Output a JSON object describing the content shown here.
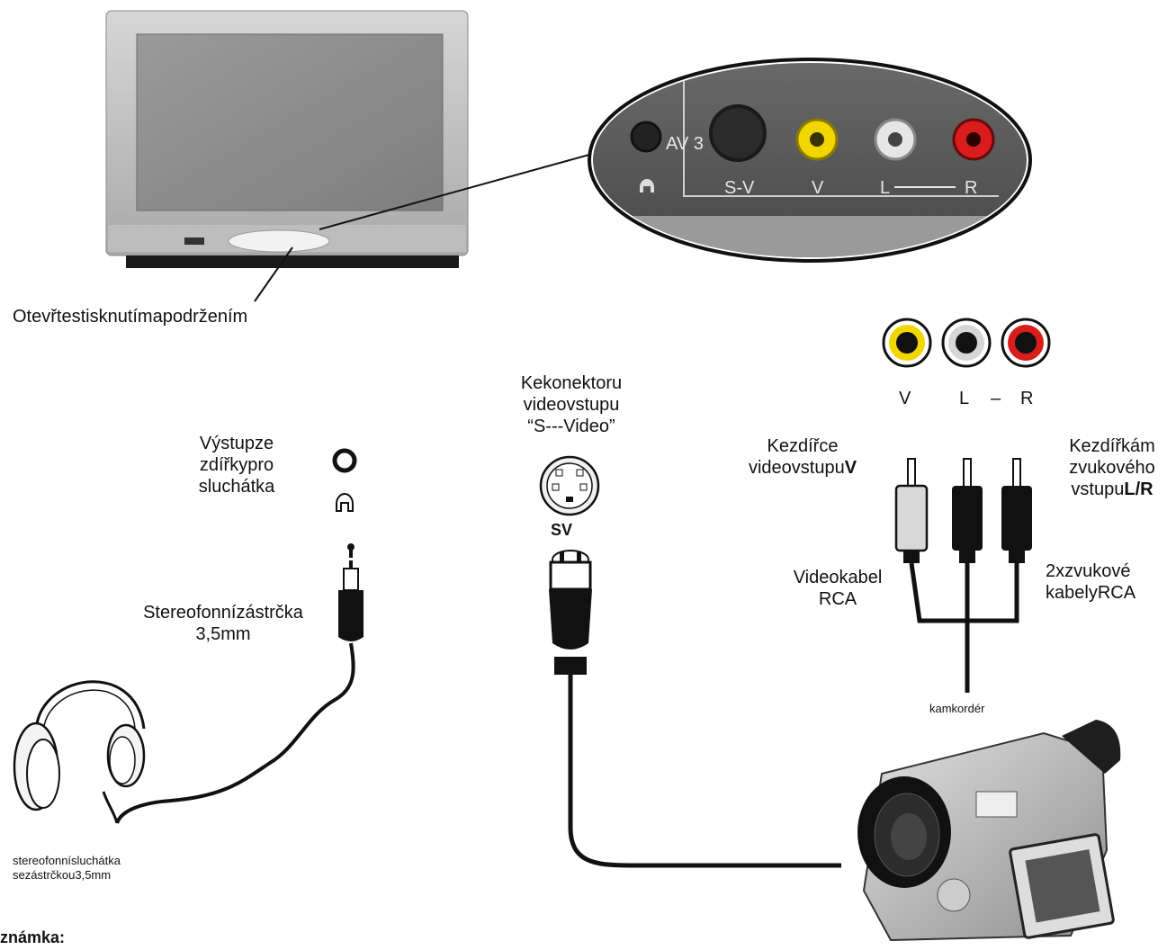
{
  "colors": {
    "video_jack": "#f2d600",
    "audio_left_jack": "#e6e6e6",
    "audio_right_jack": "#d91c1c",
    "panel": "#5a5a5a",
    "tv_body": "#c4c4c4"
  },
  "panel": {
    "av_label": "AV 3",
    "sv_label": "S-V",
    "v_label": "V",
    "lr_left": "L",
    "lr_right": "R"
  },
  "labels": {
    "open_instruction": "Otevřtestisknutímapodržením",
    "headphone_out": [
      "Výstupze",
      "zdířkypro",
      "sluchátka"
    ],
    "stereo_plug": [
      "Stereofonnízástrčka",
      "3,5mm"
    ],
    "headphones": [
      "stereofonnísluchátka",
      "sezástrčkou3,5mm"
    ],
    "svideo_connector": [
      "Kekonektoru",
      "videovstupu",
      "“S---Video”"
    ],
    "sv_symbol": "SV",
    "rca_row": {
      "v": "V",
      "l": "L",
      "dash": "–",
      "r": "R"
    },
    "video_in": [
      "Kezdířce",
      "videovstupu",
      "V"
    ],
    "audio_in": [
      "Kezdířkám",
      "zvukového",
      "vstupu",
      "L/R"
    ],
    "video_cable": [
      "Videokabel",
      "RCA"
    ],
    "audio_cables": [
      "2xzvukové",
      "kabelyRCA"
    ],
    "camcorder": "kamkordér",
    "note": "známka:"
  }
}
